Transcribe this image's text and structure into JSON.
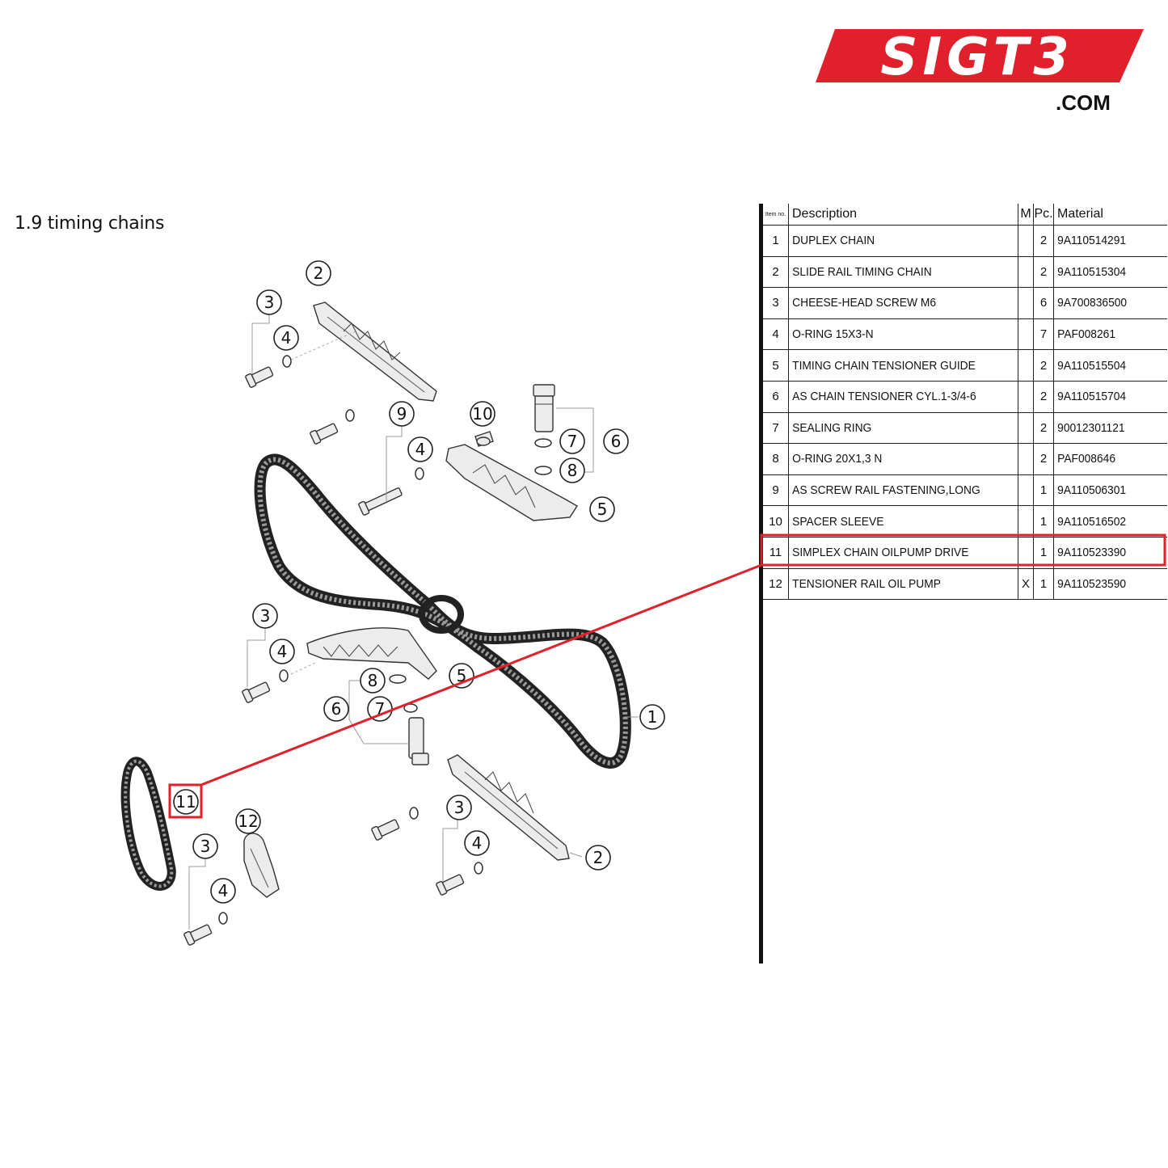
{
  "brand": {
    "logo_text": "SIGT3",
    "domain_suffix": ".COM",
    "brand_color": "#e0212b"
  },
  "section_title": "1.9  timing chains",
  "table": {
    "headers": {
      "item_no": "Item no.",
      "description": "Description",
      "m": "M",
      "pc": "Pc.",
      "material": "Material"
    },
    "rows": [
      {
        "no": "1",
        "desc": "DUPLEX CHAIN",
        "m": "",
        "pc": "2",
        "material": "9A110514291"
      },
      {
        "no": "2",
        "desc": "SLIDE RAIL TIMING CHAIN",
        "m": "",
        "pc": "2",
        "material": "9A110515304"
      },
      {
        "no": "3",
        "desc": "CHEESE-HEAD SCREW M6",
        "m": "",
        "pc": "6",
        "material": "9A700836500"
      },
      {
        "no": "4",
        "desc": "O-RING 15X3-N",
        "m": "",
        "pc": "7",
        "material": "PAF008261"
      },
      {
        "no": "5",
        "desc": "TIMING CHAIN TENSIONER GUIDE",
        "m": "",
        "pc": "2",
        "material": "9A110515504"
      },
      {
        "no": "6",
        "desc": "AS CHAIN TENSIONER CYL.1-3/4-6",
        "m": "",
        "pc": "2",
        "material": "9A110515704"
      },
      {
        "no": "7",
        "desc": "SEALING RING",
        "m": "",
        "pc": "2",
        "material": "90012301121"
      },
      {
        "no": "8",
        "desc": "O-RING 20X1,3 N",
        "m": "",
        "pc": "2",
        "material": "PAF008646"
      },
      {
        "no": "9",
        "desc": "AS SCREW RAIL FASTENING,LONG",
        "m": "",
        "pc": "1",
        "material": "9A110506301"
      },
      {
        "no": "10",
        "desc": "SPACER SLEEVE",
        "m": "",
        "pc": "1",
        "material": "9A110516502"
      },
      {
        "no": "11",
        "desc": "SIMPLEX CHAIN OILPUMP DRIVE",
        "m": "",
        "pc": "1",
        "material": "9A110523390"
      },
      {
        "no": "12",
        "desc": "TENSIONER RAIL OIL PUMP",
        "m": "X",
        "pc": "1",
        "material": "9A110523590"
      }
    ],
    "highlighted_item": "11"
  },
  "callouts": [
    "1",
    "2",
    "3",
    "4",
    "5",
    "6",
    "7",
    "8",
    "9",
    "10",
    "11",
    "12"
  ],
  "highlight_color": "#e0212b"
}
